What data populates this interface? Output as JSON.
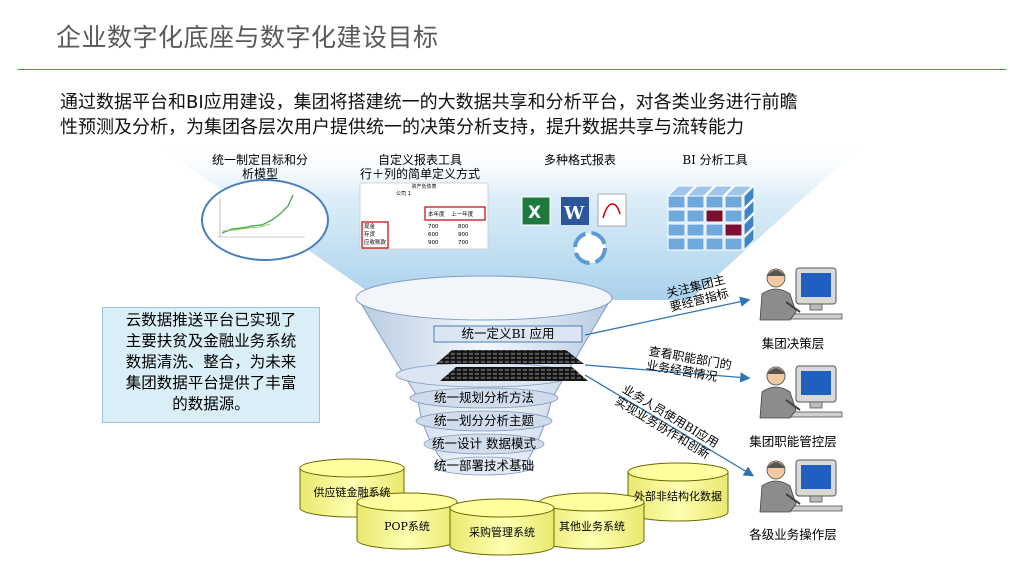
{
  "title": "企业数字化底座与数字化建设目标",
  "intro": {
    "line1": "通过数据平台和BI应用建设，集团将搭建统一的大数据共享和分析平台，对各类业务进行前瞻",
    "line2": "性预测及分析，为集团各层次用户提供统一的决策分析支持，提升数据共享与流转能力"
  },
  "tools": {
    "model": {
      "line1": "统一制定目标和分",
      "line2": "析模型"
    },
    "custom_report": {
      "line1": "自定义报表工具",
      "line2": "行＋列的简单定义方式"
    },
    "multi_format": {
      "label": "多种格式报表"
    },
    "bi_tool": {
      "label": "BI 分析工具"
    }
  },
  "report_thumb": {
    "header": "资产负债表",
    "subheader": "公司 1",
    "col1": "本年度",
    "col2": "上一年度",
    "rows": [
      "现金",
      "存货",
      "应收账款"
    ],
    "values1": [
      "700",
      "600",
      "900"
    ],
    "values2": [
      "800",
      "900",
      "700"
    ]
  },
  "cloud_text": [
    "云数据推送平台已实现了",
    "主要扶贫及金融业务系统",
    "数据清洗、整合，为未来",
    "集团数据平台提供了丰富",
    "的数据源。"
  ],
  "funnel_layers": {
    "bi_app": "统一定义BI 应用",
    "method": "统一规划分析方法",
    "topic": "统一划分分析主题",
    "model": "统一设计 数据模式",
    "infra": "统一部署技术基础"
  },
  "data_sources": {
    "supply_chain": "供应链金融系统",
    "pop": "POP系统",
    "procurement": "采购管理系统",
    "other": "其他业务系统",
    "external": "外部非结构化数据"
  },
  "arrows": {
    "top": {
      "line1": "关注集团主",
      "line2": "要经营指标"
    },
    "mid": {
      "line1": "查看职能部门的",
      "line2": "业务经营情况"
    },
    "bottom": {
      "line1": "业务人员使用BI应用",
      "line2": "实现业务协作和创新"
    }
  },
  "roles": {
    "decision": "集团决策层",
    "management": "集团职能管控层",
    "operation": "各级业务操作层"
  },
  "colors": {
    "accent_rule": "#d9534f",
    "cloud_fill": "#daeef8",
    "db_fill": "#ffff99",
    "funnel_fill": "#dce6f2",
    "arrow": "#2e75b6"
  }
}
